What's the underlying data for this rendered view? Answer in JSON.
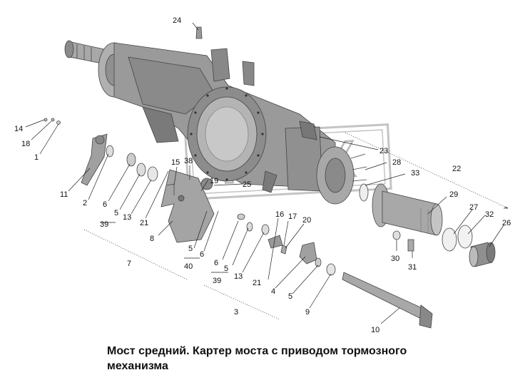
{
  "caption": {
    "line1": "Мост средний. Картер моста с приводом тормозного",
    "line2": "механизма"
  },
  "watermark": {
    "text": "PLEX"
  },
  "callouts": {
    "c1": "1",
    "c2": "2",
    "c3": "3",
    "c4": "4",
    "c5a": "5",
    "c5b": "5",
    "c5c": "5",
    "c5d": "5",
    "c6a": "6",
    "c6b": "6",
    "c6c": "6",
    "c7": "7",
    "c8": "8",
    "c9": "9",
    "c10": "10",
    "c11": "11",
    "c13a": "13",
    "c13b": "13",
    "c14": "14",
    "c15": "15",
    "c16": "16",
    "c17": "17",
    "c18": "18",
    "c19": "19",
    "c20": "20",
    "c21a": "21",
    "c21b": "21",
    "c22": "22",
    "c23": "23",
    "c24": "24",
    "c25": "25",
    "c26": "26",
    "c27": "27",
    "c28": "28",
    "c29": "29",
    "c30": "30",
    "c31": "31",
    "c32": "32",
    "c33": "33",
    "c38": "38",
    "c39a": "39",
    "c39b": "39",
    "c40": "40"
  },
  "colors": {
    "housing": "#9a9a9a",
    "housing_dark": "#6e6e6e",
    "part_light": "#d4d4d4",
    "watermark": "#bdbdbd"
  }
}
